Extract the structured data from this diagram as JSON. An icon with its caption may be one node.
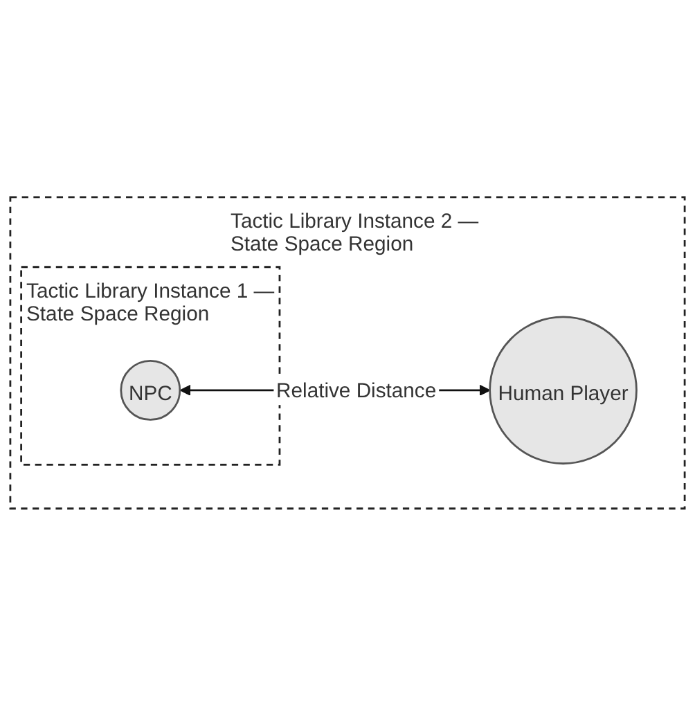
{
  "diagram": {
    "nodes": [
      {
        "text": [
          "Tactic Library Instance 2 — State Space Region"
        ]
      },
      {
        "text": [
          "Tactic Library Instance 1 — State Space Region"
        ],
        "in": 0
      },
      {
        "text": [
          "NPC"
        ],
        "in": 1
      },
      {
        "text": [
          "Human Player"
        ],
        "in": 0
      }
    ],
    "edges": [
      {
        "from": 2,
        "to": 3,
        "arrow": "both",
        "label": "Relative Distance"
      }
    ]
  }
}
